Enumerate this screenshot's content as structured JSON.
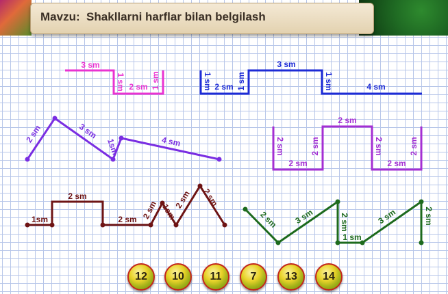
{
  "header": {
    "title": "Mavzu:  Shakllarni harflar bilan belgilash"
  },
  "figures": {
    "f1": {
      "color": "#ea33d1",
      "labels": [
        "3 sm",
        "1 sm",
        "2 sm",
        "1 sm"
      ]
    },
    "f2": {
      "color": "#1d2bd6",
      "labels": [
        "1 sm",
        "2 sm",
        "1 sm",
        "3 sm",
        "1 sm",
        "4 sm"
      ]
    },
    "f3": {
      "color": "#7a2ee2",
      "labels": [
        "2 sm",
        "3 sm",
        "1sm",
        "4 sm"
      ]
    },
    "f4": {
      "color": "#a42fd3",
      "labels": [
        "2 sm",
        "2 sm",
        "2 sm",
        "2 sm",
        "2 sm",
        "2 sm",
        "2 sm"
      ]
    },
    "f5": {
      "color": "#6e1414",
      "labels": [
        "1sm",
        "2 sm",
        "2 sm",
        "2 sm",
        "1sm",
        "2 sm",
        "2 sm"
      ]
    },
    "f6": {
      "color": "#1d6a1d",
      "labels": [
        "2 sm",
        "3 sm",
        "2 sm",
        "1 sm",
        "3 sm",
        "2 sm"
      ]
    }
  },
  "answers": [
    "12",
    "10",
    "11",
    "7",
    "13",
    "14"
  ]
}
